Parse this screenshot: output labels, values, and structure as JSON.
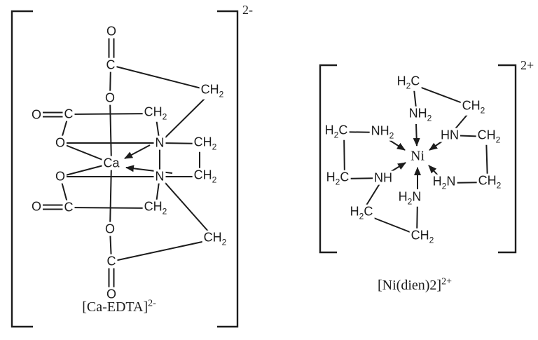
{
  "colors": {
    "background": "#ffffff",
    "ink": "#1c1c1c"
  },
  "ca_edta": {
    "bracket_charge": "2-",
    "caption": {
      "main": "[Ca-EDTA]",
      "charge": "2-"
    },
    "atoms": {
      "o_top": {
        "p1": "O"
      },
      "c1": {
        "p1": "C"
      },
      "o_mid": {
        "p1": "O"
      },
      "ch2_tr": {
        "p1": "CH",
        "sub1": "2"
      },
      "o_eq1": {
        "p1": "O"
      },
      "c2": {
        "p1": "C"
      },
      "ch2_m1": {
        "p1": "CH",
        "sub1": "2"
      },
      "o_l1": {
        "p1": "O"
      },
      "n1": {
        "p1": "N"
      },
      "ch2_r1": {
        "p1": "CH",
        "sub1": "2"
      },
      "ca": {
        "p1": "Ca"
      },
      "o_l2": {
        "p1": "O"
      },
      "n2": {
        "p1": "N"
      },
      "ch2_r2": {
        "p1": "CH",
        "sub1": "2"
      },
      "o_eq2": {
        "p1": "O"
      },
      "c3": {
        "p1": "C"
      },
      "ch2_m2": {
        "p1": "CH",
        "sub1": "2"
      },
      "o_bm": {
        "p1": "O"
      },
      "c4": {
        "p1": "C"
      },
      "o_bot": {
        "p1": "O"
      },
      "ch2_br": {
        "p1": "CH",
        "sub1": "2"
      }
    }
  },
  "ni_dien": {
    "bracket_charge": "2+",
    "caption": {
      "main": "[Ni(dien)2]",
      "charge": "2+"
    },
    "atoms": {
      "h2c_t": {
        "p1": "H",
        "sub1": "2",
        "p2": "C"
      },
      "ch2_tr": {
        "p1": "CH",
        "sub1": "2"
      },
      "nh2_t": {
        "p1": "NH",
        "sub1": "2"
      },
      "h2c_l1": {
        "p1": "H",
        "sub1": "2",
        "p2": "C"
      },
      "nh2_l": {
        "p1": "NH",
        "sub1": "2"
      },
      "hn_r": {
        "p1": "HN"
      },
      "ch2_r1": {
        "p1": "CH",
        "sub1": "2"
      },
      "ni": {
        "p1": "Ni"
      },
      "h2c_l2": {
        "p1": "H",
        "sub1": "2",
        "p2": "C"
      },
      "nh_l": {
        "p1": "NH"
      },
      "h2n_r": {
        "p1": "H",
        "sub1": "2",
        "p2": "N"
      },
      "ch2_r2": {
        "p1": "CH",
        "sub1": "2"
      },
      "h2n_b": {
        "p1": "H",
        "sub1": "2",
        "p2": "N"
      },
      "h2c_bl": {
        "p1": "H",
        "sub1": "2",
        "p2": "C"
      },
      "ch2_b": {
        "p1": "CH",
        "sub1": "2"
      }
    }
  }
}
